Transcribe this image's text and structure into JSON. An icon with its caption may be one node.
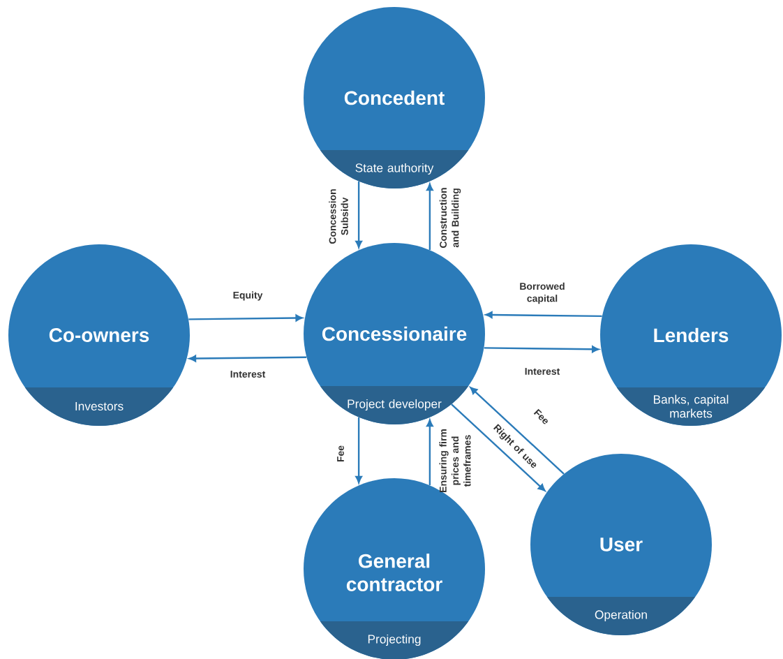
{
  "diagram": {
    "nodes": [
      {
        "text": [
          "Concedent",
          "State authority"
        ]
      },
      {
        "text": [
          "Co-owners",
          "Investors"
        ]
      },
      {
        "text": [
          "Concessionaire",
          "Project developer"
        ]
      },
      {
        "text": [
          "Lenders",
          "Banks, capital markets"
        ]
      },
      {
        "text": [
          "General contractor",
          "Projecting"
        ]
      },
      {
        "text": [
          "User",
          "Operation"
        ]
      }
    ],
    "edges": [
      {
        "from": 0,
        "to": 2,
        "arrow": "to",
        "label": "Concession Subsidv"
      },
      {
        "from": 2,
        "to": 0,
        "arrow": "to",
        "label": "Construction and Building"
      },
      {
        "from": 1,
        "to": 2,
        "arrow": "to",
        "label": "Equity"
      },
      {
        "from": 2,
        "to": 1,
        "arrow": "to",
        "label": "Interest"
      },
      {
        "from": 3,
        "to": 2,
        "arrow": "to",
        "label": "Borrowed capital"
      },
      {
        "from": 2,
        "to": 3,
        "arrow": "to",
        "label": "Interest"
      },
      {
        "from": 2,
        "to": 4,
        "arrow": "to",
        "label": "Fee"
      },
      {
        "from": 4,
        "to": 2,
        "arrow": "to",
        "label": "Ensuring firm prices and timeframes"
      },
      {
        "from": 5,
        "to": 2,
        "arrow": "to",
        "label": "Fee"
      },
      {
        "from": 2,
        "to": 5,
        "arrow": "to",
        "label": "Right of use"
      }
    ]
  }
}
